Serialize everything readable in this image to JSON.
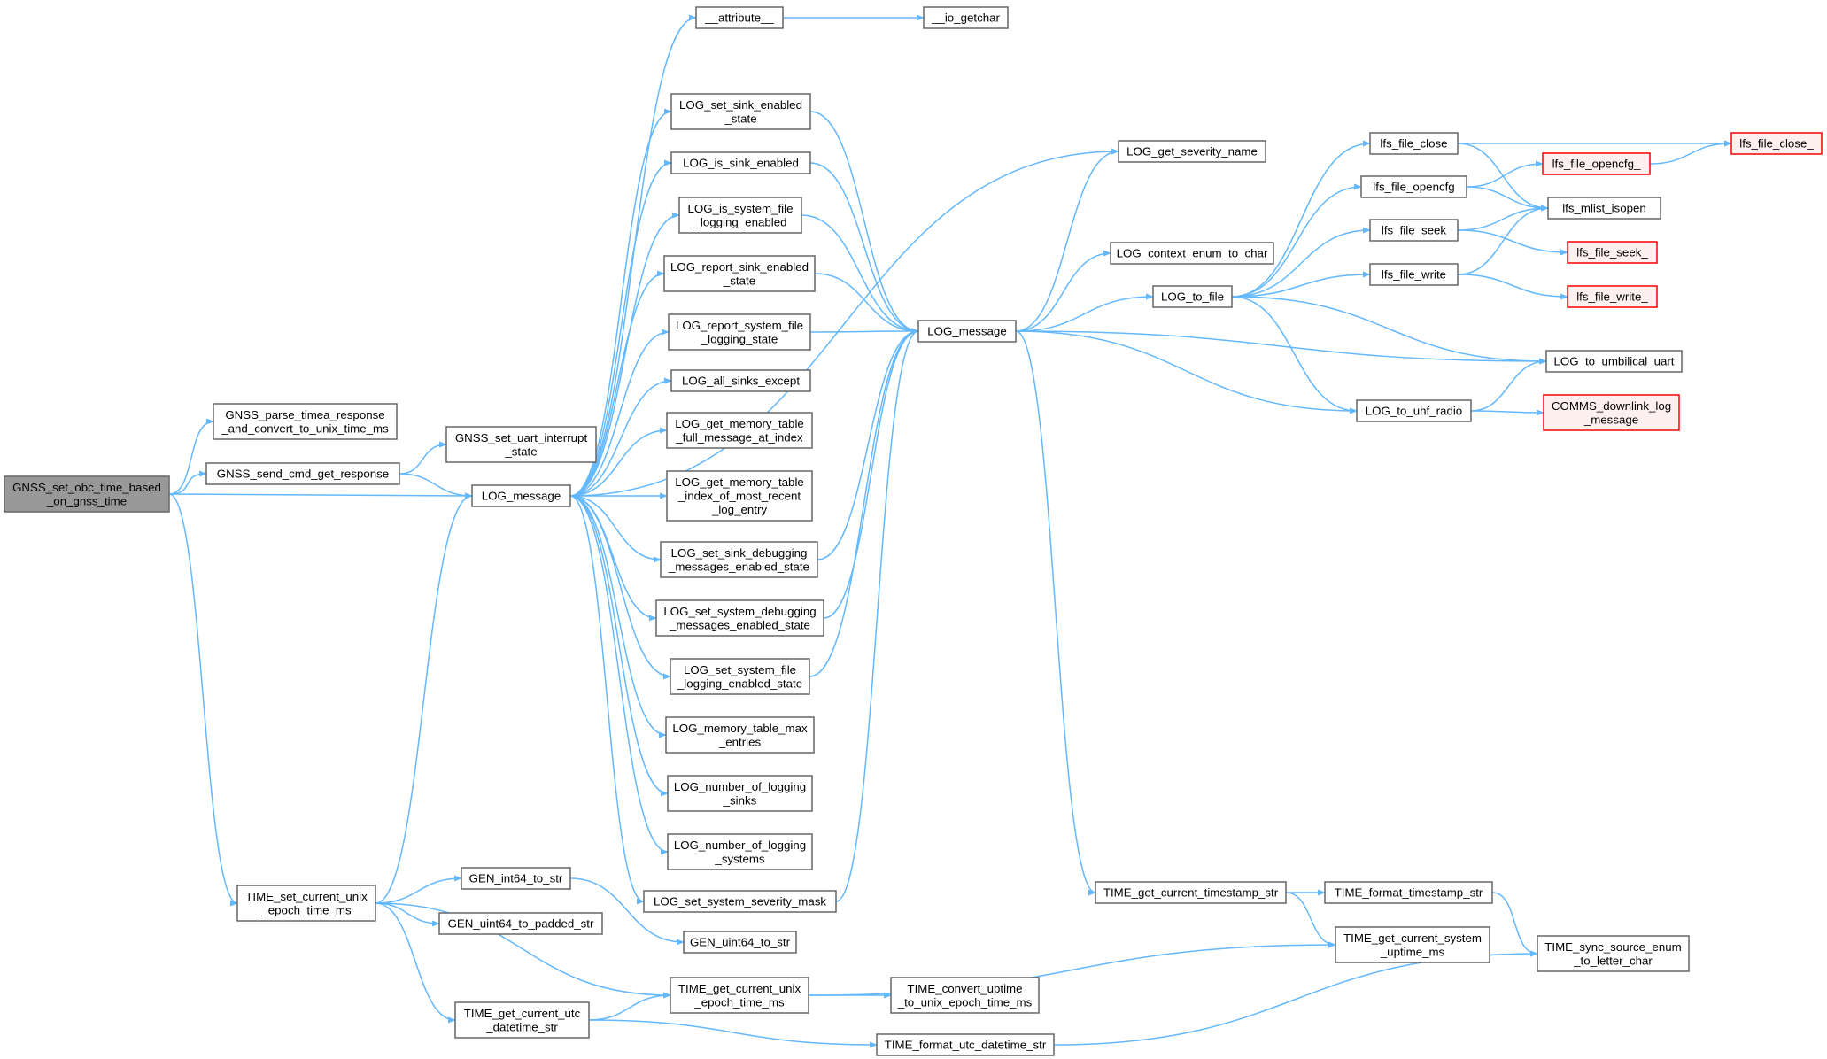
{
  "colors": {
    "edge": "#63b8ff",
    "node_border": "#666666",
    "node_fill": "#ffffff",
    "root_fill": "#999999",
    "truncated_border": "#ff0000",
    "truncated_fill": "#fff0f0"
  },
  "nodes": [
    {
      "id": "gnss_set_obc",
      "lines": [
        "GNSS_set_obc_time_based",
        "_on_gnss_time"
      ],
      "kind": "root"
    },
    {
      "id": "gnss_parse",
      "lines": [
        "GNSS_parse_timea_response",
        "_and_convert_to_unix_time_ms"
      ],
      "kind": "normal"
    },
    {
      "id": "gnss_send",
      "lines": [
        "GNSS_send_cmd_get_response"
      ],
      "kind": "normal"
    },
    {
      "id": "gnss_uart",
      "lines": [
        "GNSS_set_uart_interrupt",
        "_state"
      ],
      "kind": "normal"
    },
    {
      "id": "log_message_a",
      "lines": [
        "LOG_message"
      ],
      "kind": "normal"
    },
    {
      "id": "time_set_unix",
      "lines": [
        "TIME_set_current_unix",
        "_epoch_time_ms"
      ],
      "kind": "normal"
    },
    {
      "id": "attribute",
      "lines": [
        "__attribute__"
      ],
      "kind": "normal"
    },
    {
      "id": "io_getchar",
      "lines": [
        "__io_getchar"
      ],
      "kind": "normal"
    },
    {
      "id": "log_set_sink_en",
      "lines": [
        "LOG_set_sink_enabled",
        "_state"
      ],
      "kind": "normal"
    },
    {
      "id": "log_is_sink_en",
      "lines": [
        "LOG_is_sink_enabled"
      ],
      "kind": "normal"
    },
    {
      "id": "log_is_sysfile",
      "lines": [
        "LOG_is_system_file",
        "_logging_enabled"
      ],
      "kind": "normal"
    },
    {
      "id": "log_report_sink",
      "lines": [
        "LOG_report_sink_enabled",
        "_state"
      ],
      "kind": "normal"
    },
    {
      "id": "log_report_sysfile",
      "lines": [
        "LOG_report_system_file",
        "_logging_state"
      ],
      "kind": "normal"
    },
    {
      "id": "log_all_sinks",
      "lines": [
        "LOG_all_sinks_except"
      ],
      "kind": "normal"
    },
    {
      "id": "log_mem_full",
      "lines": [
        "LOG_get_memory_table",
        "_full_message_at_index"
      ],
      "kind": "normal"
    },
    {
      "id": "log_mem_index",
      "lines": [
        "LOG_get_memory_table",
        "_index_of_most_recent",
        "_log_entry"
      ],
      "kind": "normal"
    },
    {
      "id": "log_set_sink_dbg",
      "lines": [
        "LOG_set_sink_debugging",
        "_messages_enabled_state"
      ],
      "kind": "normal"
    },
    {
      "id": "log_set_sys_dbg",
      "lines": [
        "LOG_set_system_debugging",
        "_messages_enabled_state"
      ],
      "kind": "normal"
    },
    {
      "id": "log_set_sysfile",
      "lines": [
        "LOG_set_system_file",
        "_logging_enabled_state"
      ],
      "kind": "normal"
    },
    {
      "id": "log_mem_max",
      "lines": [
        "LOG_memory_table_max",
        "_entries"
      ],
      "kind": "normal"
    },
    {
      "id": "log_num_sinks",
      "lines": [
        "LOG_number_of_logging",
        "_sinks"
      ],
      "kind": "normal"
    },
    {
      "id": "log_num_systems",
      "lines": [
        "LOG_number_of_logging",
        "_systems"
      ],
      "kind": "normal"
    },
    {
      "id": "log_set_sev_mask",
      "lines": [
        "LOG_set_system_severity_mask"
      ],
      "kind": "normal"
    },
    {
      "id": "gen_int64",
      "lines": [
        "GEN_int64_to_str"
      ],
      "kind": "normal"
    },
    {
      "id": "gen_uint64_padded",
      "lines": [
        "GEN_uint64_to_padded_str"
      ],
      "kind": "normal"
    },
    {
      "id": "gen_uint64",
      "lines": [
        "GEN_uint64_to_str"
      ],
      "kind": "normal"
    },
    {
      "id": "time_get_unix",
      "lines": [
        "TIME_get_current_unix",
        "_epoch_time_ms"
      ],
      "kind": "normal"
    },
    {
      "id": "time_get_utc",
      "lines": [
        "TIME_get_current_utc",
        "_datetime_str"
      ],
      "kind": "normal"
    },
    {
      "id": "time_conv_uptime",
      "lines": [
        "TIME_convert_uptime",
        "_to_unix_epoch_time_ms"
      ],
      "kind": "normal"
    },
    {
      "id": "time_fmt_utc",
      "lines": [
        "TIME_format_utc_datetime_str"
      ],
      "kind": "normal"
    },
    {
      "id": "log_message_b",
      "lines": [
        "LOG_message"
      ],
      "kind": "normal"
    },
    {
      "id": "log_get_sev_name",
      "lines": [
        "LOG_get_severity_name"
      ],
      "kind": "normal"
    },
    {
      "id": "log_ctx_enum",
      "lines": [
        "LOG_context_enum_to_char"
      ],
      "kind": "normal"
    },
    {
      "id": "log_to_file",
      "lines": [
        "LOG_to_file"
      ],
      "kind": "normal"
    },
    {
      "id": "time_get_ts",
      "lines": [
        "TIME_get_current_timestamp_str"
      ],
      "kind": "normal"
    },
    {
      "id": "time_fmt_ts",
      "lines": [
        "TIME_format_timestamp_str"
      ],
      "kind": "normal"
    },
    {
      "id": "time_get_sys_up",
      "lines": [
        "TIME_get_current_system",
        "_uptime_ms"
      ],
      "kind": "normal"
    },
    {
      "id": "time_sync_src",
      "lines": [
        "TIME_sync_source_enum",
        "_to_letter_char"
      ],
      "kind": "normal"
    },
    {
      "id": "lfs_file_close",
      "lines": [
        "lfs_file_close"
      ],
      "kind": "normal"
    },
    {
      "id": "lfs_file_opencfg",
      "lines": [
        "lfs_file_opencfg"
      ],
      "kind": "normal"
    },
    {
      "id": "lfs_file_seek",
      "lines": [
        "lfs_file_seek"
      ],
      "kind": "normal"
    },
    {
      "id": "lfs_file_write",
      "lines": [
        "lfs_file_write"
      ],
      "kind": "normal"
    },
    {
      "id": "log_to_uart",
      "lines": [
        "LOG_to_umbilical_uart"
      ],
      "kind": "normal"
    },
    {
      "id": "log_to_uhf",
      "lines": [
        "LOG_to_uhf_radio"
      ],
      "kind": "normal"
    },
    {
      "id": "lfs_file_close_",
      "lines": [
        "lfs_file_close_"
      ],
      "kind": "truncated"
    },
    {
      "id": "lfs_file_opencfg_",
      "lines": [
        "lfs_file_opencfg_"
      ],
      "kind": "truncated"
    },
    {
      "id": "lfs_mlist_isopen",
      "lines": [
        "lfs_mlist_isopen"
      ],
      "kind": "normal"
    },
    {
      "id": "lfs_file_seek_",
      "lines": [
        "lfs_file_seek_"
      ],
      "kind": "truncated"
    },
    {
      "id": "lfs_file_write_",
      "lines": [
        "lfs_file_write_"
      ],
      "kind": "truncated"
    },
    {
      "id": "comms_downlink",
      "lines": [
        "COMMS_downlink_log",
        "_message"
      ],
      "kind": "truncated"
    }
  ],
  "edges": [
    [
      "gnss_set_obc",
      "gnss_parse"
    ],
    [
      "gnss_set_obc",
      "gnss_send"
    ],
    [
      "gnss_set_obc",
      "log_message_a"
    ],
    [
      "gnss_set_obc",
      "time_set_unix"
    ],
    [
      "gnss_send",
      "gnss_uart"
    ],
    [
      "gnss_send",
      "log_message_a"
    ],
    [
      "time_set_unix",
      "log_message_a"
    ],
    [
      "time_set_unix",
      "gen_int64"
    ],
    [
      "time_set_unix",
      "gen_uint64_padded"
    ],
    [
      "time_set_unix",
      "time_get_unix"
    ],
    [
      "time_set_unix",
      "time_get_utc"
    ],
    [
      "gen_int64",
      "gen_uint64"
    ],
    [
      "time_get_utc",
      "time_get_unix"
    ],
    [
      "time_get_utc",
      "time_fmt_utc"
    ],
    [
      "time_get_unix",
      "time_conv_uptime"
    ],
    [
      "time_get_unix",
      "time_get_sys_up"
    ],
    [
      "time_fmt_utc",
      "time_sync_src"
    ],
    [
      "log_message_a",
      "attribute"
    ],
    [
      "log_message_a",
      "log_get_sev_name"
    ],
    [
      "log_message_a",
      "log_set_sink_en"
    ],
    [
      "log_message_a",
      "log_is_sink_en"
    ],
    [
      "log_message_a",
      "log_is_sysfile"
    ],
    [
      "log_message_a",
      "log_report_sink"
    ],
    [
      "log_message_a",
      "log_report_sysfile"
    ],
    [
      "log_message_a",
      "log_all_sinks"
    ],
    [
      "log_message_a",
      "log_mem_full"
    ],
    [
      "log_message_a",
      "log_mem_index"
    ],
    [
      "log_message_a",
      "log_set_sink_dbg"
    ],
    [
      "log_message_a",
      "log_set_sys_dbg"
    ],
    [
      "log_message_a",
      "log_set_sysfile"
    ],
    [
      "log_message_a",
      "log_mem_max"
    ],
    [
      "log_message_a",
      "log_num_sinks"
    ],
    [
      "log_message_a",
      "log_num_systems"
    ],
    [
      "log_message_a",
      "log_set_sev_mask"
    ],
    [
      "attribute",
      "io_getchar"
    ],
    [
      "log_set_sink_en",
      "log_message_b"
    ],
    [
      "log_is_sink_en",
      "log_message_b"
    ],
    [
      "log_is_sysfile",
      "log_message_b"
    ],
    [
      "log_report_sink",
      "log_message_b"
    ],
    [
      "log_report_sysfile",
      "log_message_b"
    ],
    [
      "log_set_sink_dbg",
      "log_message_b"
    ],
    [
      "log_set_sys_dbg",
      "log_message_b"
    ],
    [
      "log_set_sysfile",
      "log_message_b"
    ],
    [
      "log_set_sev_mask",
      "log_message_b"
    ],
    [
      "log_message_b",
      "log_get_sev_name"
    ],
    [
      "log_message_b",
      "log_ctx_enum"
    ],
    [
      "log_message_b",
      "log_to_file"
    ],
    [
      "log_message_b",
      "log_to_uart"
    ],
    [
      "log_message_b",
      "log_to_uhf"
    ],
    [
      "log_message_b",
      "time_get_ts"
    ],
    [
      "time_get_ts",
      "time_fmt_ts"
    ],
    [
      "time_get_ts",
      "time_get_sys_up"
    ],
    [
      "time_fmt_ts",
      "time_sync_src"
    ],
    [
      "log_to_file",
      "lfs_file_close"
    ],
    [
      "log_to_file",
      "lfs_file_opencfg"
    ],
    [
      "log_to_file",
      "lfs_file_seek"
    ],
    [
      "log_to_file",
      "lfs_file_write"
    ],
    [
      "log_to_file",
      "log_to_uart"
    ],
    [
      "log_to_file",
      "log_to_uhf"
    ],
    [
      "lfs_file_close",
      "lfs_file_close_"
    ],
    [
      "lfs_file_close",
      "lfs_mlist_isopen"
    ],
    [
      "lfs_file_opencfg",
      "lfs_file_opencfg_"
    ],
    [
      "lfs_file_opencfg",
      "lfs_mlist_isopen"
    ],
    [
      "lfs_file_opencfg_",
      "lfs_file_close_"
    ],
    [
      "lfs_file_seek",
      "lfs_mlist_isopen"
    ],
    [
      "lfs_file_seek",
      "lfs_file_seek_"
    ],
    [
      "lfs_file_write",
      "lfs_mlist_isopen"
    ],
    [
      "lfs_file_write",
      "lfs_file_write_"
    ],
    [
      "log_to_uhf",
      "log_to_uart"
    ],
    [
      "log_to_uhf",
      "comms_downlink"
    ]
  ]
}
